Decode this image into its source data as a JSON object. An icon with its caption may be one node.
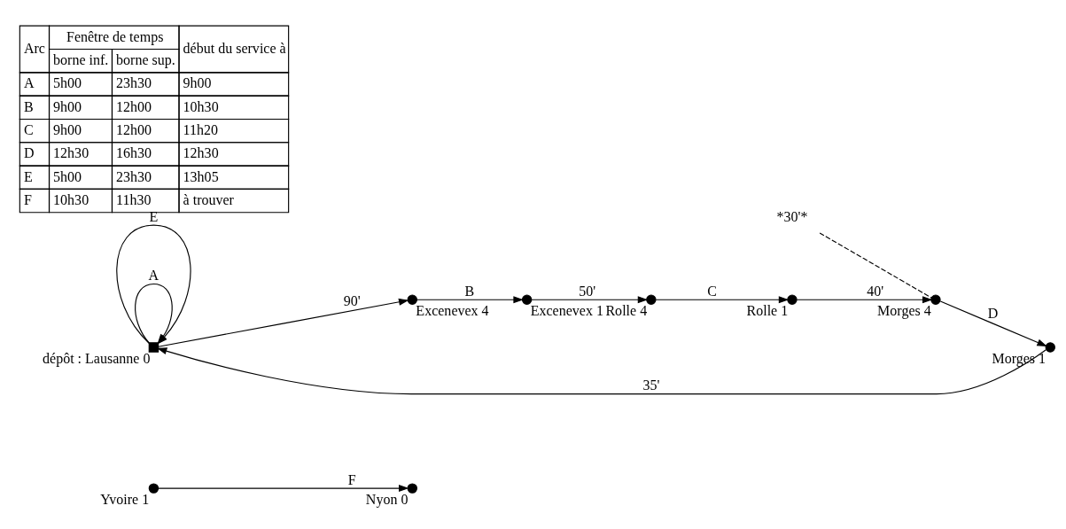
{
  "diagram": {
    "nodes": [
      {
        "text": [],
        "shape": "circle",
        "beside": [
          "Yvoire 1"
        ]
      },
      {
        "text": [],
        "shape": "circle",
        "beside": [
          "Nyon 0"
        ]
      },
      {
        "text": [],
        "shape": "box",
        "beside": [
          "dépôt : Lausanne 0"
        ]
      },
      {
        "text": [],
        "shape": "circle",
        "beside": [
          "Excenevex 4"
        ]
      },
      {
        "text": [],
        "shape": "circle",
        "beside": [
          "Excenevex 1"
        ]
      },
      {
        "text": [],
        "shape": "circle",
        "beside": [
          "Rolle 4"
        ]
      },
      {
        "text": [],
        "shape": "circle",
        "beside": [
          "Rolle 1"
        ]
      },
      {
        "text": [],
        "shape": "circle",
        "beside": [
          "Morges 4"
        ]
      },
      {
        "text": [],
        "shape": "circle",
        "beside": [
          "Morges 1"
        ]
      },
      {
        "text": [
          "*30'*"
        ]
      }
    ],
    "edges": [
      {
        "from": 0,
        "to": 1,
        "arrow": "to",
        "label": "F"
      },
      {
        "from": 2,
        "to": 2,
        "arrow": "to",
        "label": "A"
      },
      {
        "from": 2,
        "to": 2,
        "arrow": "to",
        "label": "E"
      },
      {
        "from": 2,
        "to": 3,
        "arrow": "to",
        "label": "90'"
      },
      {
        "from": 3,
        "to": 4,
        "arrow": "to",
        "label": "B"
      },
      {
        "from": 4,
        "to": 5,
        "arrow": "to",
        "label": "50'"
      },
      {
        "from": 5,
        "to": 6,
        "arrow": "to",
        "label": "C"
      },
      {
        "from": 6,
        "to": 7,
        "arrow": "to",
        "label": "40'"
      },
      {
        "from": 7,
        "to": 8,
        "arrow": "to",
        "label": "D"
      },
      {
        "from": 8,
        "to": 2,
        "arrow": "to",
        "label": "35'"
      },
      {
        "from": 9,
        "to": 7,
        "arrow": "none",
        "style": "dashed"
      }
    ],
    "labels": [
      "Arc",
      "Fenêtre de temps",
      "début du service à",
      "borne inf.",
      "borne sup.",
      "A",
      "5h00",
      "23h30",
      "9h00",
      "B",
      "9h00",
      "12h00",
      "10h30",
      "C",
      "9h00",
      "12h00",
      "11h20",
      "D",
      "12h30",
      "16h30",
      "12h30",
      "E",
      "5h00",
      "23h30",
      "13h05",
      "F",
      "10h30",
      "11h30",
      "à trouver"
    ]
  }
}
